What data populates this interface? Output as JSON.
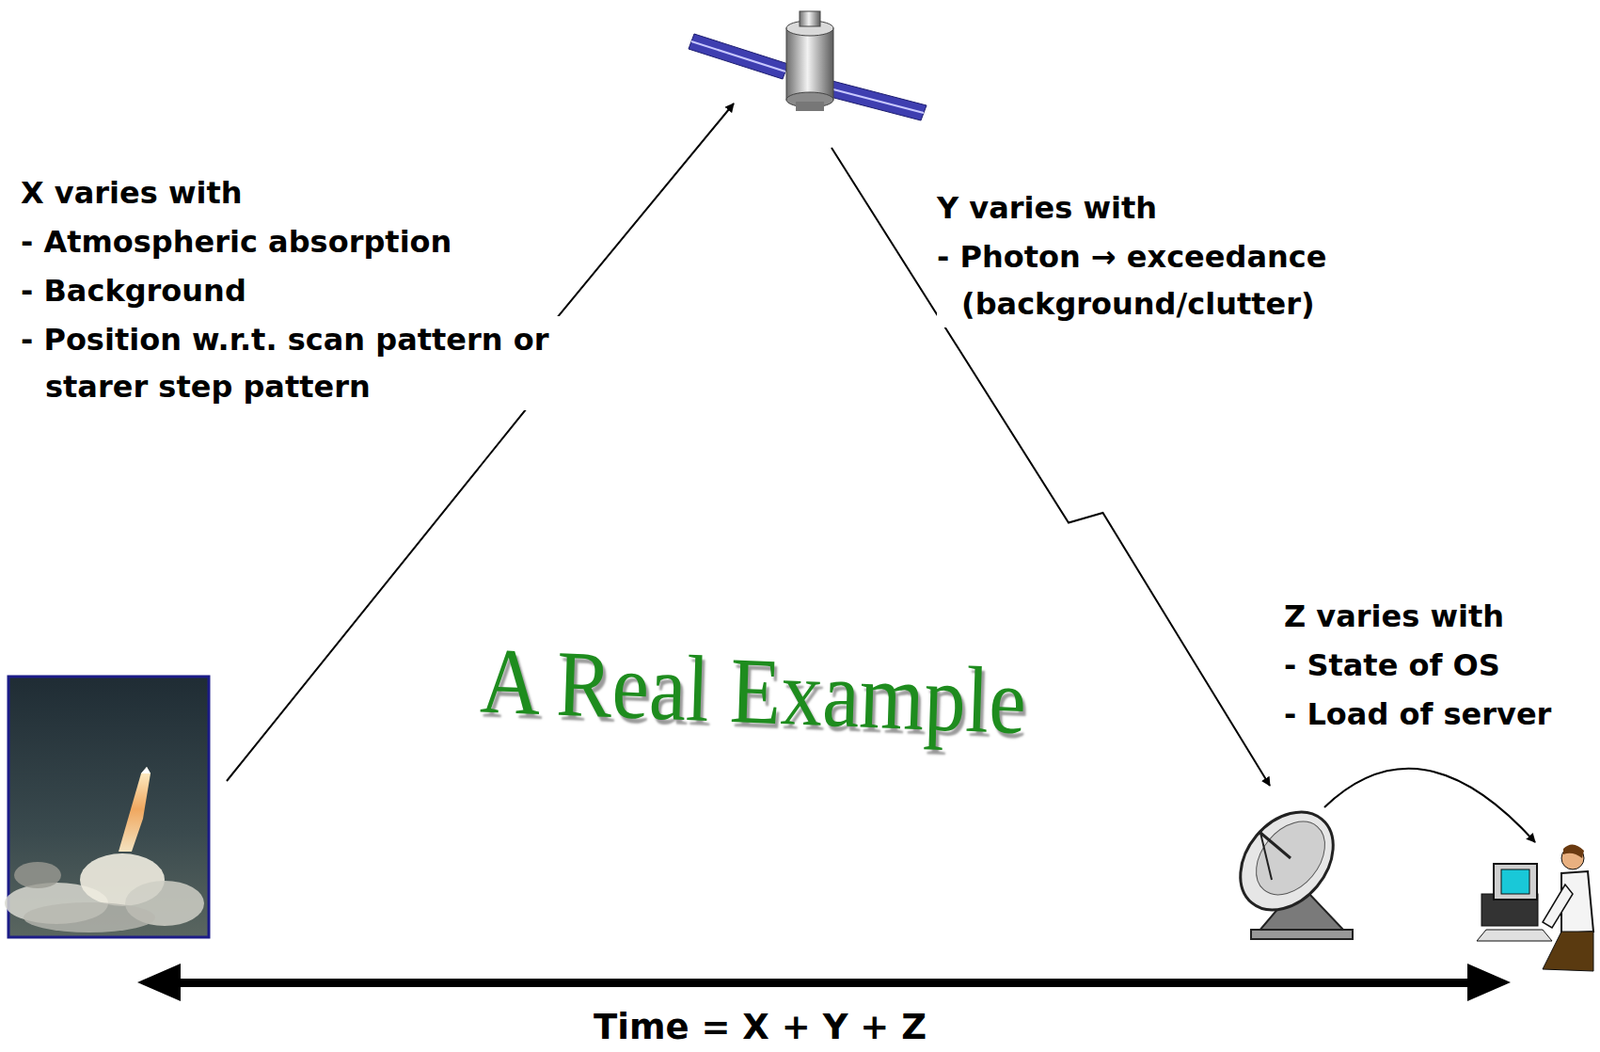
{
  "diagram": {
    "title": "A Real Example",
    "labels": [
      "X varies with",
      "- Atmospheric absorption",
      "- Background",
      "- Position w.r.t. scan pattern or starer step pattern",
      "Y varies with",
      "- Photon → exceedance (background/clutter)",
      "Z varies with",
      "- State of OS",
      "- Load of server",
      "Time = X + Y + Z"
    ]
  }
}
